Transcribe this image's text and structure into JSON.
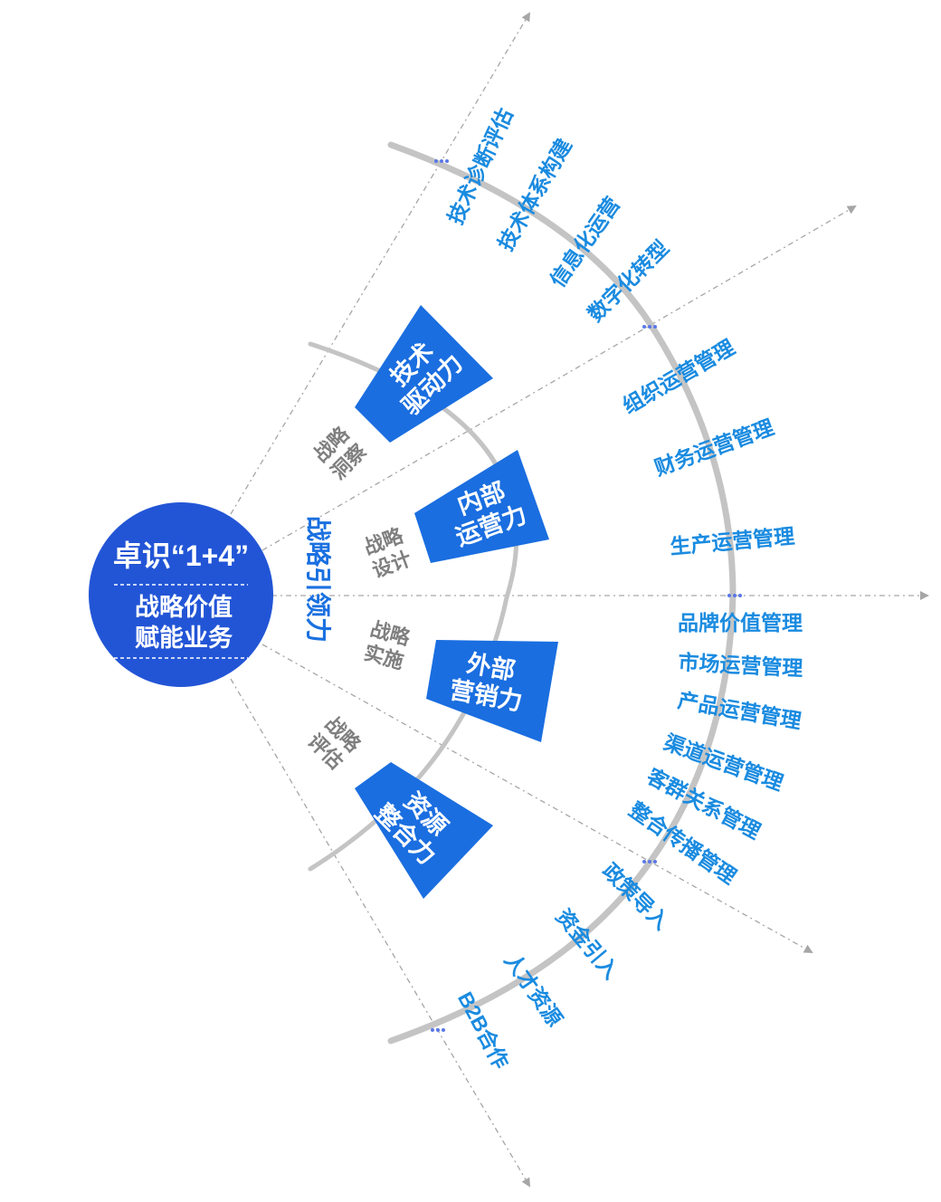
{
  "hub": {
    "title": "卓识“1+4”",
    "line1": "战略价值",
    "line2": "赋能业务"
  },
  "vertical_label": "战略引领力",
  "forces": [
    {
      "label_line1": "技术",
      "label_line2": "驱动力"
    },
    {
      "label_line1": "内部",
      "label_line2": "运营力"
    },
    {
      "label_line1": "外部",
      "label_line2": "营销力"
    },
    {
      "label_line1": "资源",
      "label_line2": "整合力"
    }
  ],
  "stages": [
    {
      "line1": "战略",
      "line2": "洞察"
    },
    {
      "line1": "战略",
      "line2": "设计"
    },
    {
      "line1": "战略",
      "line2": "实施"
    },
    {
      "line1": "战略",
      "line2": "评估"
    }
  ],
  "items": [
    "技术诊断评估",
    "技术体系构建",
    "信息化运营",
    "数字化转型",
    "组织运营管理",
    "财务运营管理",
    "生产运营管理",
    "品牌价值管理",
    "市场运营管理",
    "产品运营管理",
    "渠道运营管理",
    "客群关系管理",
    "整合传播管理",
    "政策导入",
    "资金引入",
    "人才资源",
    "B2B合作"
  ],
  "colors": {
    "hub": "#2255d6",
    "flag": "#1a6ee0",
    "item_text": "#1a8be0",
    "stage_text": "#7f7f7f",
    "arc": "#b8b8b8",
    "ray": "#a6a6a6",
    "dot": "#5a78e8"
  }
}
